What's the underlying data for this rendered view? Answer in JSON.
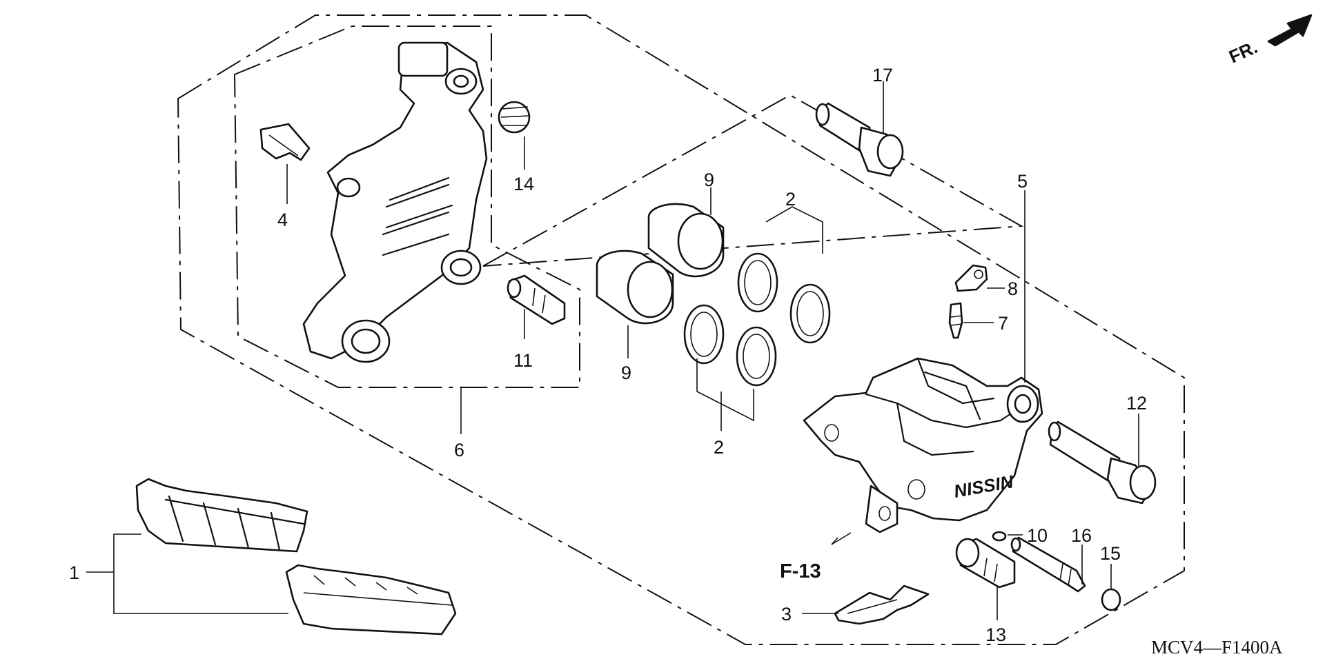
{
  "diagram": {
    "direction_label": "FR.",
    "reference_label": "F-13",
    "brand_marking": "NISSIN",
    "diagram_code": "MCV4—F1400A",
    "callouts": {
      "c1": "1",
      "c2a": "2",
      "c2b": "2",
      "c3": "3",
      "c4": "4",
      "c5": "5",
      "c6": "6",
      "c7": "7",
      "c8": "8",
      "c9a": "9",
      "c9b": "9",
      "c10": "10",
      "c11": "11",
      "c12": "12",
      "c13": "13",
      "c14": "14",
      "c15": "15",
      "c16": "16",
      "c17": "17"
    }
  }
}
